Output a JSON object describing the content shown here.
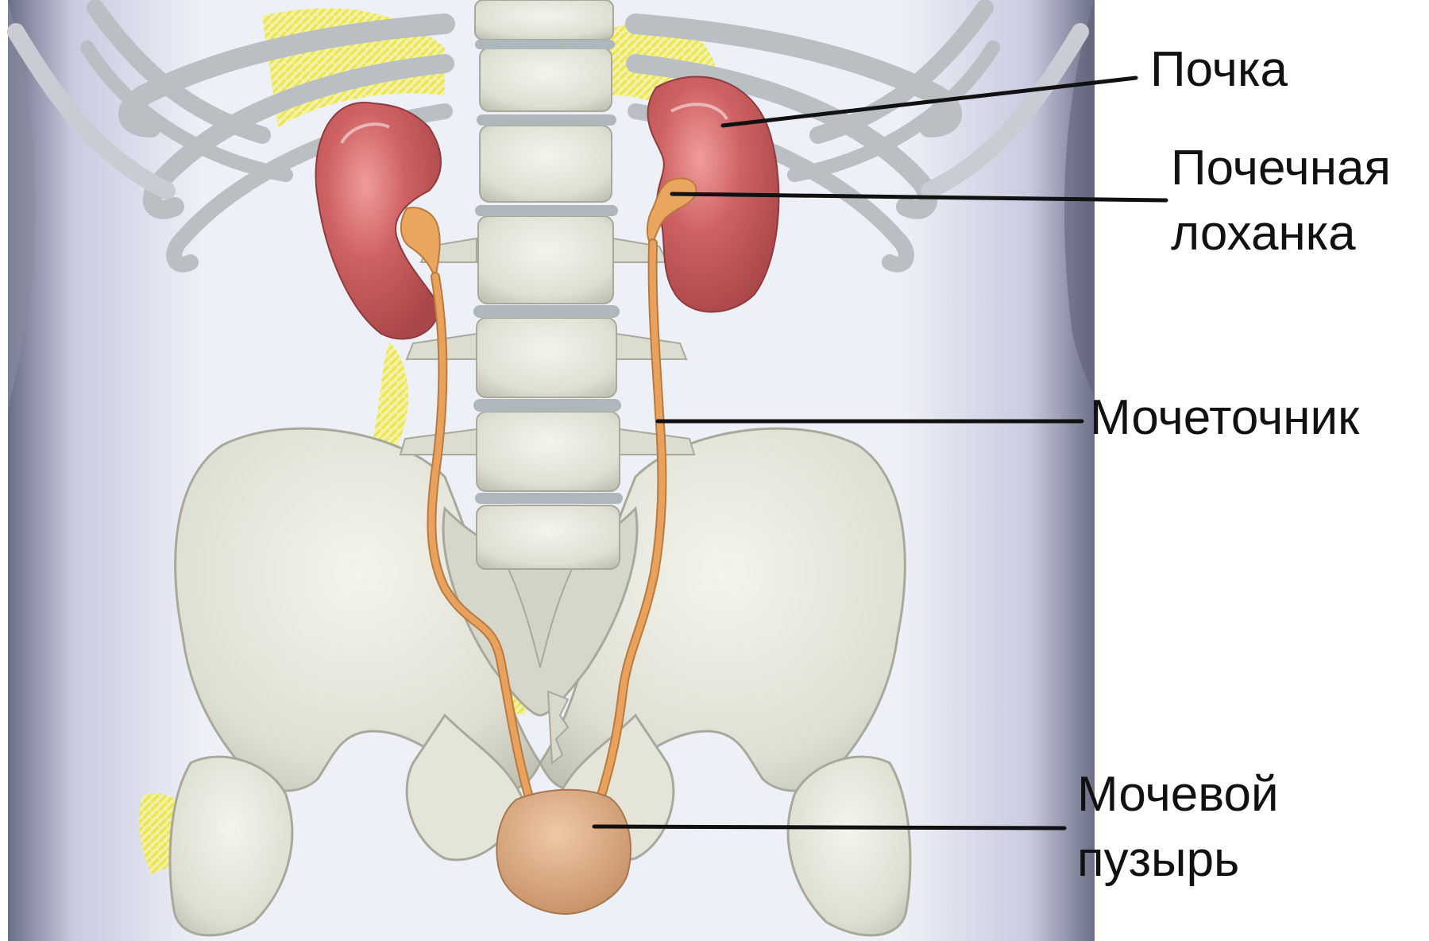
{
  "labels": {
    "kidney": "Почка",
    "renal_pelvis_line1": "Почечная",
    "renal_pelvis_line2": "лоханка",
    "ureter": "Мочеточник",
    "bladder_line1": "Мочевой",
    "bladder_line2": "пузырь"
  },
  "colors": {
    "kidney": "#c9595c",
    "ureter": "#e8a25e",
    "bladder": "#d9a57c",
    "bone": "#dcdccf",
    "body_silhouette": "#e9eaf5",
    "fat_highlight": "#f2ee60",
    "leader_line": "#111111"
  }
}
